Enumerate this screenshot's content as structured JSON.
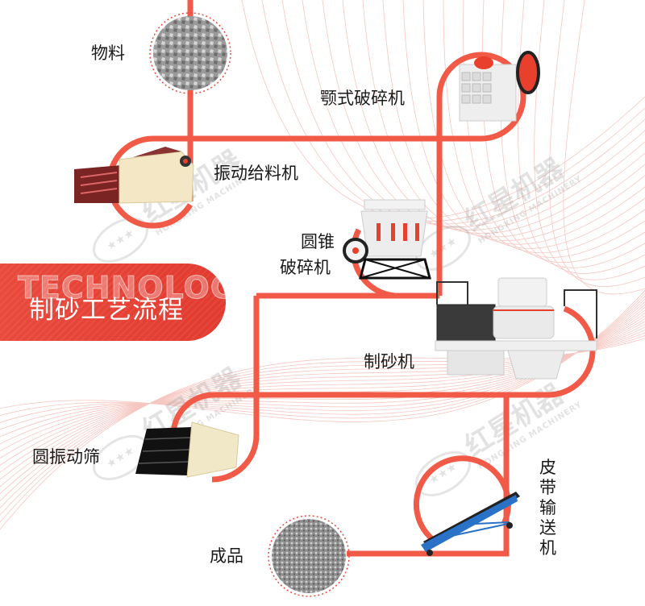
{
  "title": {
    "text": "制砂工艺流程",
    "background_word": "TECHNOLOGY"
  },
  "flow_color": "#f15a47",
  "steps": [
    {
      "id": "material",
      "label": "物料",
      "icon": "raw-stone-image"
    },
    {
      "id": "jaw-crusher",
      "label": "颚式破碎机",
      "icon": "jaw-crusher-image"
    },
    {
      "id": "vibrating-feeder",
      "label": "振动给料机",
      "icon": "vibrating-feeder-image"
    },
    {
      "id": "cone-crusher",
      "label_line1": "圆锥",
      "label_line2": "破碎机",
      "icon": "cone-crusher-image"
    },
    {
      "id": "sand-maker",
      "label": "制砂机",
      "icon": "sand-making-machine-image"
    },
    {
      "id": "vibrating-screen",
      "label": "圆振动筛",
      "icon": "vibrating-screen-image"
    },
    {
      "id": "belt-conveyor",
      "label": "皮带输送机",
      "icon": "belt-conveyor-image"
    },
    {
      "id": "product",
      "label": "成品",
      "icon": "sand-gravel-image"
    }
  ],
  "watermark": {
    "cn": "红星机器",
    "en": "HONGXING MACHINERY"
  }
}
